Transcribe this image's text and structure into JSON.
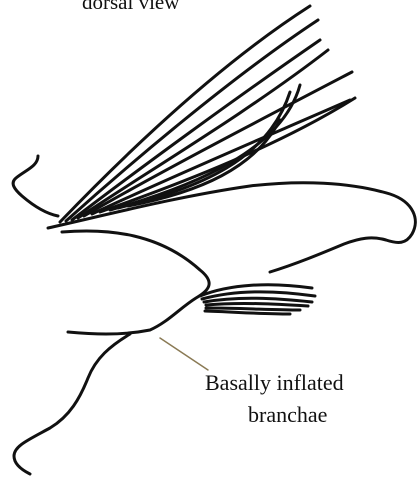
{
  "figure": {
    "view_label": "dorsal view",
    "annotation": {
      "line1": "Basally inflated",
      "line2": "branchae"
    },
    "colors": {
      "ink": "#111111",
      "leader": "#8a7a55",
      "background": "#ffffff"
    }
  }
}
